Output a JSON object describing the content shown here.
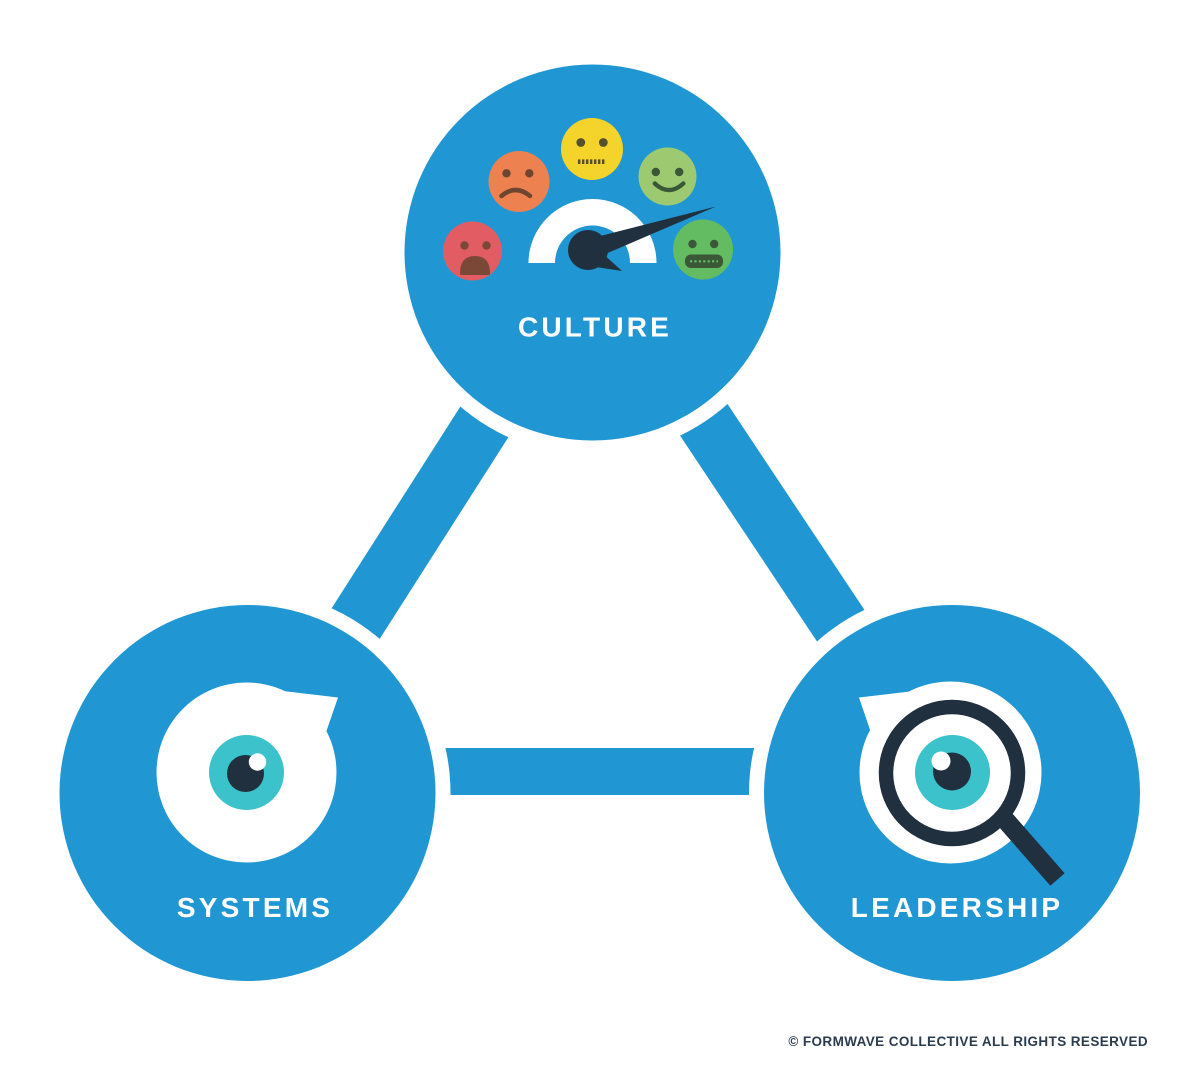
{
  "diagram": {
    "type": "three-node-triangle-infographic",
    "nodes": {
      "culture": {
        "label": "CULTURE",
        "icon": "satisfaction-gauge-icon"
      },
      "systems": {
        "label": "SYSTEMS",
        "icon": "eye-bubble-icon"
      },
      "leadership": {
        "label": "LEADERSHIP",
        "icon": "magnifying-glass-eye-icon"
      }
    },
    "gauge_faces": [
      "angry-red-face-icon",
      "sad-orange-face-icon",
      "neutral-yellow-face-icon",
      "happy-light-green-face-icon",
      "grinning-green-face-icon"
    ]
  },
  "footer": {
    "copyright": "© FORMWAVE COLLECTIVE ALL RIGHTS RESERVED"
  },
  "colors": {
    "background": "#ffffff",
    "node_blue": "#2097d3",
    "navy": "#20303e",
    "white": "#ffffff",
    "teal_iris": "#3bc2ca",
    "face_red": "#e25c63",
    "face_orange": "#ee8150",
    "face_yellow": "#f4d32b",
    "face_light_green": "#9dca71",
    "face_green": "#64bc62",
    "feature_maroon": "#7b4736",
    "feature_brown": "#6d4530",
    "feature_olive": "#55502a",
    "feature_dark_green": "#3a5837",
    "copyright_text": "#2b3c4e"
  }
}
